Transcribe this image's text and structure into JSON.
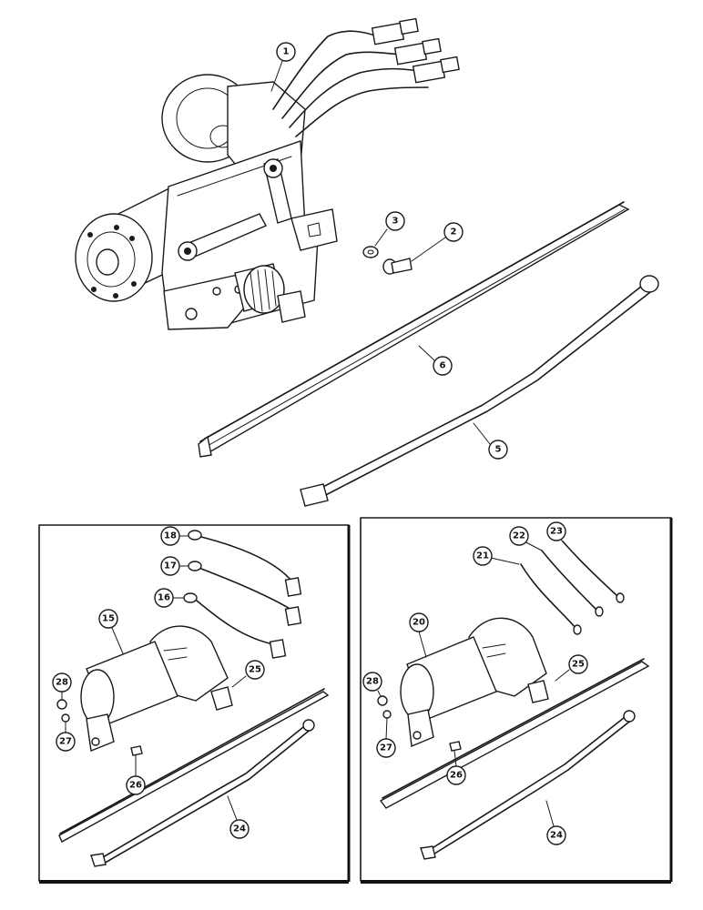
{
  "callouts": {
    "c1": "1",
    "c2": "2",
    "c3": "3",
    "c5": "5",
    "c6": "6",
    "c15": "15",
    "c16": "16",
    "c17": "17",
    "c18": "18",
    "c20": "20",
    "c21": "21",
    "c22": "22",
    "c23": "23",
    "c24a": "24",
    "c24b": "24",
    "c25a": "25",
    "c25b": "25",
    "c26a": "26",
    "c26b": "26",
    "c27a": "27",
    "c27b": "27",
    "c28a": "28",
    "c28b": "28"
  }
}
